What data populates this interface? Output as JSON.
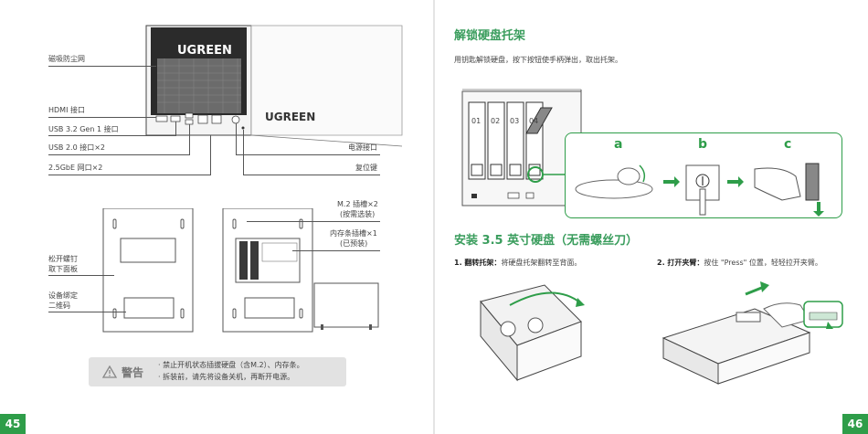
{
  "left": {
    "page_number": "45",
    "brand_top": "UGREEN",
    "brand_side": "UGREEN",
    "labels": {
      "dust_filter": "磁吸防尘网",
      "hdmi": "HDMI 接口",
      "usb32": "USB 3.2 Gen 1 接口",
      "usb20": "USB 2.0 接口×2",
      "lan": "2.5GbE 网口×2",
      "power": "电源接口",
      "reset": "复位键",
      "m2_slot": "M.2 插槽×2",
      "m2_note": "(按需选装)",
      "mem_slot": "内存条插槽×1",
      "mem_note": "(已预装)",
      "screws_1": "松开螺钉",
      "screws_2": "取下面板",
      "qr_1": "设备绑定",
      "qr_2": "二维码"
    },
    "warning": {
      "label": "警告",
      "line1": "· 禁止开机状态插拔硬盘（含M.2）、内存条。",
      "line2": "· 拆装前，请先将设备关机，再断开电源。"
    }
  },
  "right": {
    "page_number": "46",
    "section1_title": "解锁硬盘托架",
    "section1_text": "用钥匙解锁硬盘，按下按钮使手柄弹出，取出托架。",
    "callout_labels": [
      "a",
      "b",
      "c"
    ],
    "bays": [
      "01",
      "02",
      "03",
      "04"
    ],
    "section2_title": "安装 3.5 英寸硬盘（无需螺丝刀）",
    "step1_label": "1. 翻转托架：",
    "step1_text": "将硬盘托架翻转至背面。",
    "step2_label": "2. 打开夹臂：",
    "step2_text": "按住 \"Press\" 位置，轻轻拉开夹臂。"
  },
  "colors": {
    "accent": "#2e9d49",
    "title": "#3a9d5d",
    "warning_bg": "#e2e2e2"
  }
}
